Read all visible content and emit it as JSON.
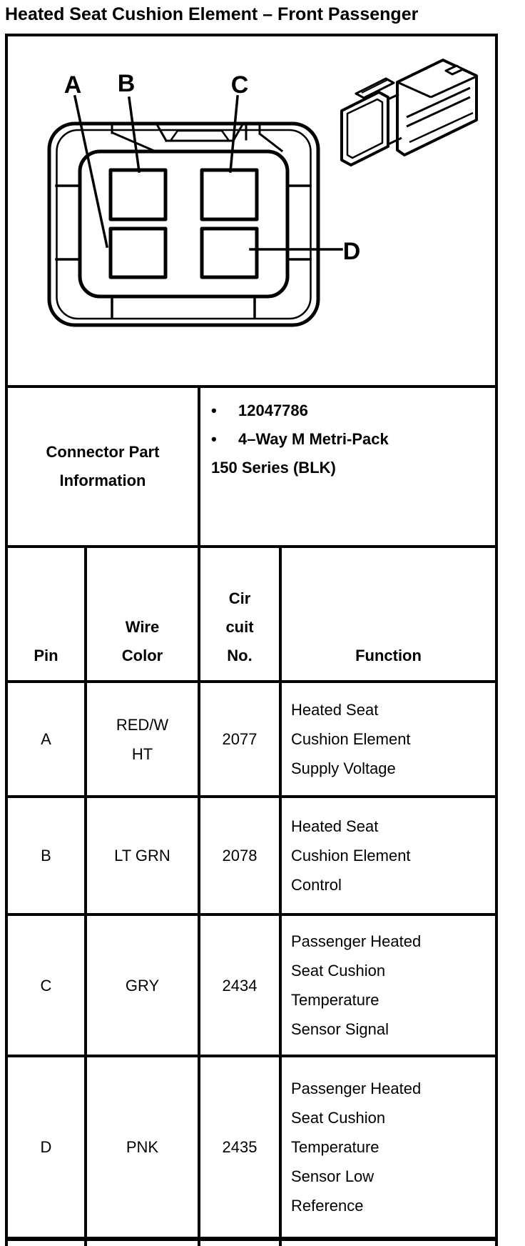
{
  "page": {
    "title": "Heated Seat Cushion Element – Front Passenger",
    "ink_color": "#000000",
    "paper_color": "#ffffff"
  },
  "diagram": {
    "pin_labels": [
      "A",
      "B",
      "C",
      "D"
    ],
    "icons": [
      "connector-face-icon",
      "connector-3d-icon"
    ]
  },
  "part_info": {
    "label_lines": [
      "Connector Part",
      "Information"
    ],
    "bullet_glyph": "•",
    "items": [
      {
        "text": "12047786",
        "continuation": ""
      },
      {
        "text": "4–Way M Metri-Pack",
        "continuation": "150 Series (BLK)"
      }
    ]
  },
  "pin_table": {
    "headers": {
      "pin": "Pin",
      "wire_color_lines": [
        "Wire",
        "Color"
      ],
      "circuit_no_lines": [
        "Cir",
        "cuit",
        "No."
      ],
      "function": "Function"
    },
    "rows": [
      {
        "pin": "A",
        "wire_color_lines": [
          "RED/W",
          "HT"
        ],
        "circuit_no": "2077",
        "function_lines": [
          "Heated Seat",
          "Cushion Element",
          "Supply Voltage"
        ]
      },
      {
        "pin": "B",
        "wire_color_lines": [
          "LT GRN"
        ],
        "circuit_no": "2078",
        "function_lines": [
          "Heated Seat",
          "Cushion Element",
          "Control"
        ]
      },
      {
        "pin": "C",
        "wire_color_lines": [
          "GRY"
        ],
        "circuit_no": "2434",
        "function_lines": [
          "Passenger Heated",
          "Seat Cushion",
          "Temperature",
          "Sensor Signal"
        ]
      },
      {
        "pin": "D",
        "wire_color_lines": [
          "PNK"
        ],
        "circuit_no": "2435",
        "function_lines": [
          "Passenger Heated",
          "Seat Cushion",
          "Temperature",
          "Sensor Low",
          "Reference"
        ]
      }
    ]
  }
}
